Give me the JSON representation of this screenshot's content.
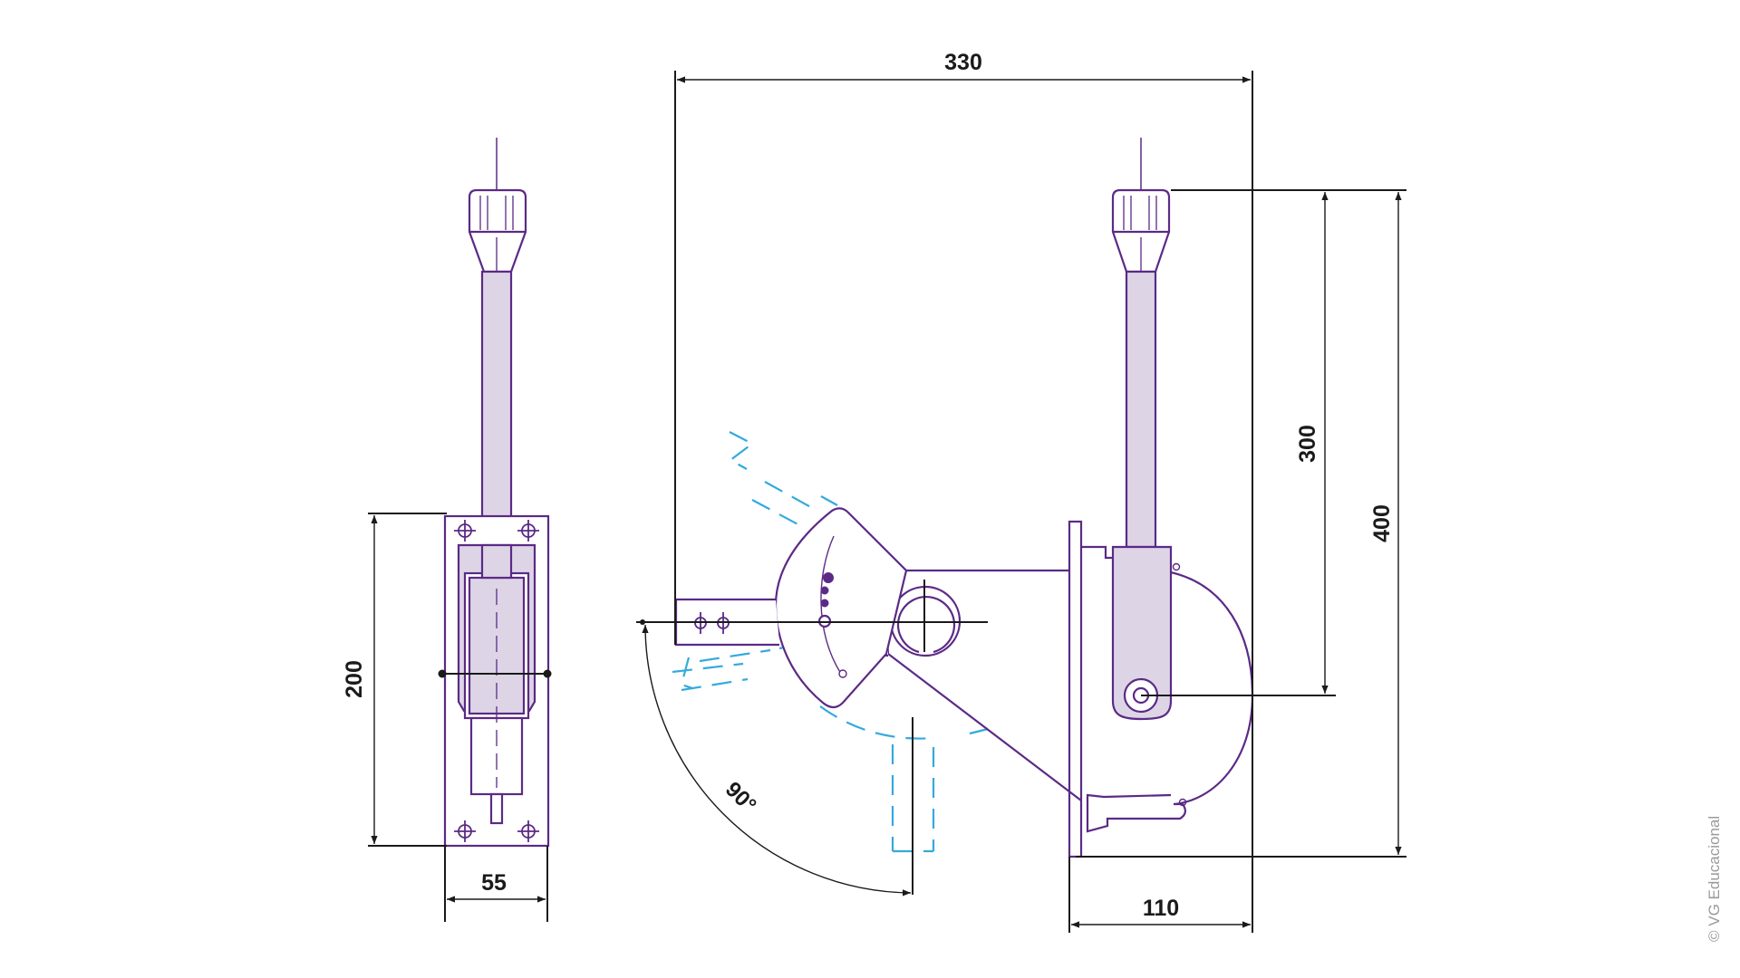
{
  "dimensions": {
    "width_330": "330",
    "height_200": "200",
    "width_55": "55",
    "height_300": "300",
    "height_400": "400",
    "width_110": "110"
  },
  "angle": "90°",
  "copyright": "© VG Educacional",
  "colors": {
    "outline": "#5b2a86",
    "fill": "#ddd5e6",
    "ghost": "#33aadd",
    "dimension": "#1a1a1a"
  }
}
